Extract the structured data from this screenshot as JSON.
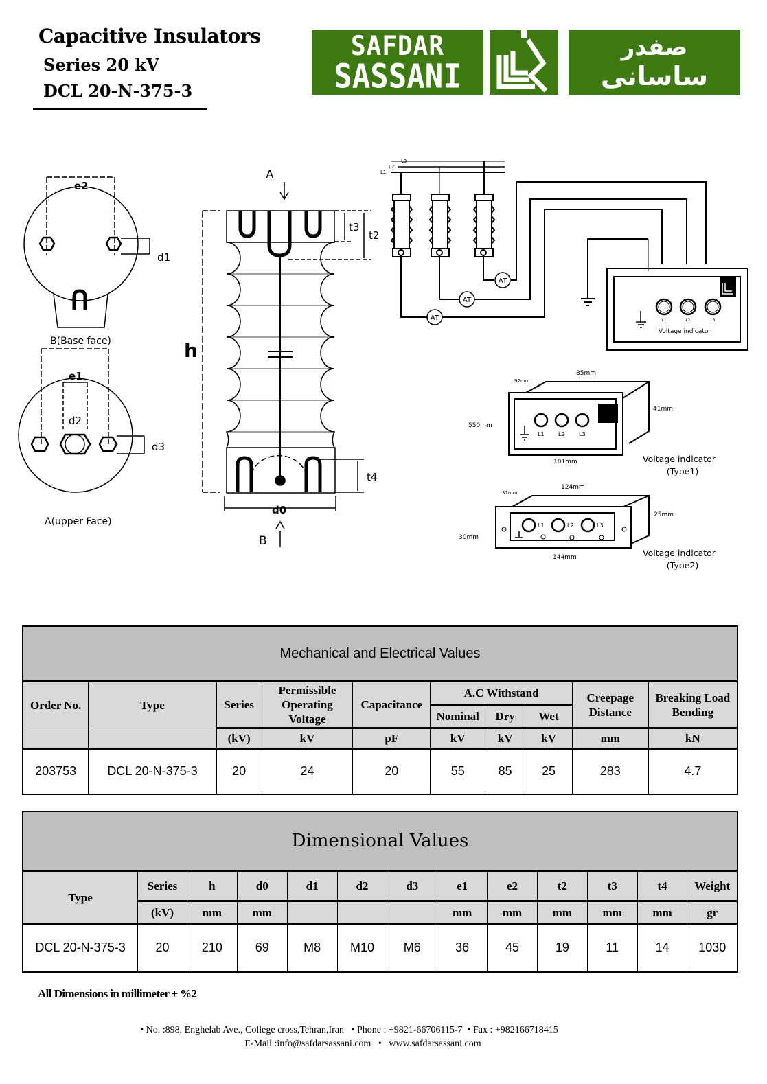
{
  "header": {
    "title": "Capacitive Insulators",
    "series": "Series 20 kV",
    "model": "DCL 20-N-375-3"
  },
  "logo": {
    "en_line1": "SAFDAR",
    "en_line2": "SASSANI",
    "fa_line1": "صفدر",
    "fa_line2": "ساسانی",
    "color": "#3e7a12"
  },
  "drawing": {
    "base_face_label": "B(Base face)",
    "upper_face_label": "A(upper Face)",
    "dims": {
      "e1": "e1",
      "e2": "e2",
      "d0": "d0",
      "d1": "d1",
      "d2": "d2",
      "d3": "d3",
      "h": "h",
      "t2": "t2",
      "t3": "t3",
      "t4": "t4"
    },
    "view_a": "A",
    "view_b": "B"
  },
  "wiring": {
    "lines": [
      "L1",
      "L2",
      "L3"
    ],
    "ammeter_label": "AT",
    "indicator_label": "Voltage indicator",
    "indicator_leds": [
      "L1",
      "L2",
      "L3"
    ]
  },
  "indicator_type1": {
    "caption_line1": "Voltage indicator",
    "caption_line2": "(Type1)",
    "dim_depth": "92mm",
    "dim_top": "85mm",
    "dim_right": "41mm",
    "dim_left": "550mm",
    "dim_bottom": "101mm",
    "leds": [
      "L1",
      "L2",
      "L3"
    ]
  },
  "indicator_type2": {
    "caption_line1": "Voltage indicator",
    "caption_line2": "(Type2)",
    "dim_depth": "31mm",
    "dim_top": "124mm",
    "dim_right": "25mm",
    "dim_left": "30mm",
    "dim_bottom": "144mm",
    "leds": [
      "L1",
      "L2",
      "L3"
    ]
  },
  "mech_table": {
    "title": "Mechanical and Electrical Values",
    "headers": {
      "order_no": "Order No.",
      "type": "Type",
      "series": "Series",
      "pov": "Permissible Operating Voltage",
      "capacitance": "Capacitance",
      "ac_withstand": "A.C Withstand",
      "nominal": "Nominal",
      "dry": "Dry",
      "wet": "Wet",
      "creepage": "Creepage Distance",
      "breaking": "Breaking Load Bending"
    },
    "units": {
      "series": "(kV)",
      "pov": "kV",
      "capacitance": "pF",
      "nominal": "kV",
      "dry": "kV",
      "wet": "kV",
      "creepage": "mm",
      "breaking": "kN"
    },
    "rows": [
      {
        "order_no": "203753",
        "type": "DCL 20-N-375-3",
        "series": "20",
        "pov": "24",
        "capacitance": "20",
        "nominal": "55",
        "dry": "85",
        "wet": "25",
        "creepage": "283",
        "breaking": "4.7"
      }
    ]
  },
  "dim_table": {
    "title": "Dimensional Values",
    "headers": [
      "Type",
      "Series",
      "h",
      "d0",
      "d1",
      "d2",
      "d3",
      "e1",
      "e2",
      "t2",
      "t3",
      "t4",
      "Weight"
    ],
    "units": [
      "(kV)",
      "mm",
      "mm",
      "",
      "",
      "",
      "mm",
      "mm",
      "mm",
      "mm",
      "mm",
      "gr"
    ],
    "rows": [
      [
        "DCL 20-N-375-3",
        "20",
        "210",
        "69",
        "M8",
        "M10",
        "M6",
        "36",
        "45",
        "19",
        "11",
        "14",
        "1030"
      ]
    ]
  },
  "note": "All Dimensions in millimeter ± %2",
  "footer": {
    "address": "No. :898, Enghelab Ave., College cross,Tehran,Iran",
    "phone": "Phone : +9821-66706115-7",
    "fax": "Fax : +982166718415",
    "email": "E-Mail :info@safdarsassani.com",
    "website": "www.safdarsassani.com"
  }
}
